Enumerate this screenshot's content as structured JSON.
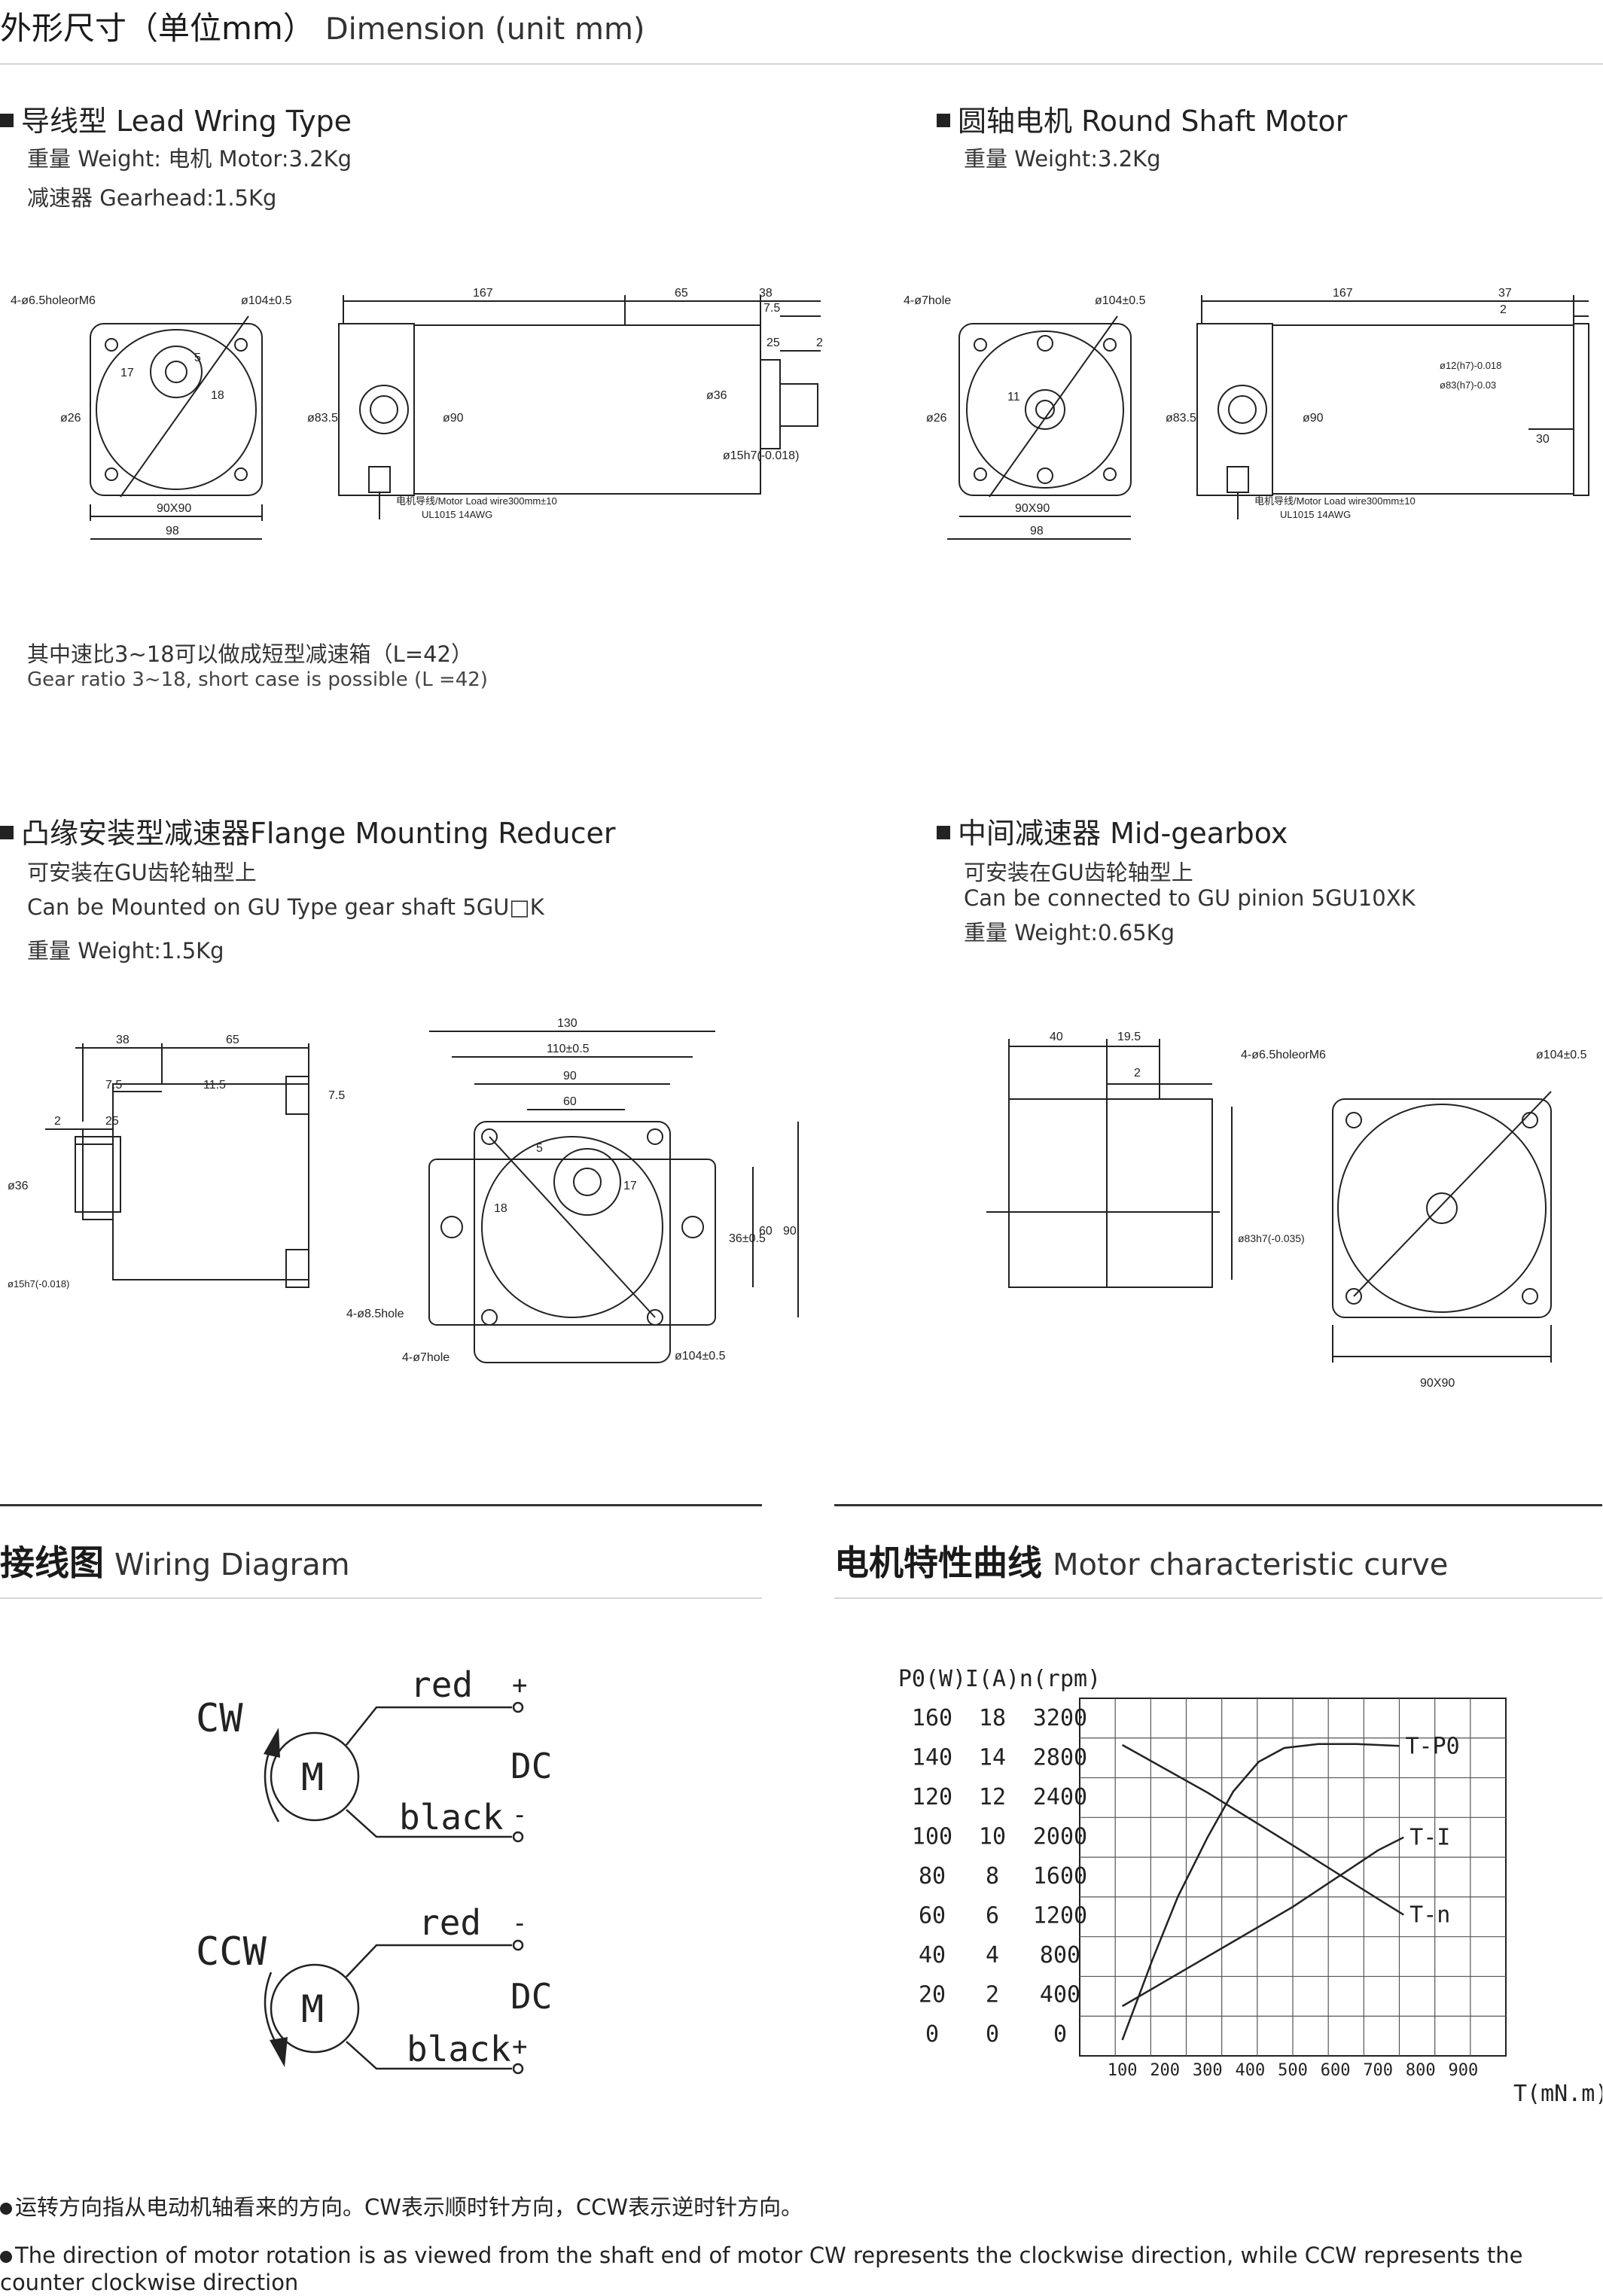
{
  "header": {
    "title_cn": "外形尺寸（单位mm）",
    "title_en": "Dimension (unit mm)"
  },
  "lead_wiring": {
    "title": "导线型 Lead Wring Type",
    "weight_motor": "重量 Weight:  电机 Motor:3.2Kg",
    "weight_gear": "减速器 Gearhead:1.5Kg",
    "note_cn": "其中速比3~18可以做成短型减速箱（L=42）",
    "note_en": "Gear ratio 3~18, short case is possible (L =42)",
    "dims": {
      "holes": "4-ø6.5holeorM6",
      "pcd": "ø104±0.5",
      "square": "90X90",
      "width": "98",
      "shaft_key": "5",
      "key17": "17",
      "key18": "18",
      "phi26": "ø26",
      "len167": "167",
      "len65": "65",
      "len38": "38",
      "len75": "7.5",
      "len25": "25",
      "len2": "2",
      "phi835": "ø83.5",
      "phi90": "ø90",
      "phi36": "ø36",
      "phi15": "ø15h7(-0.018)",
      "wire": "电机导线/Motor Load wire300mm±10",
      "awg": "UL1015 14AWG"
    }
  },
  "round_shaft": {
    "title": "圆轴电机 Round Shaft Motor",
    "weight": "重量 Weight:3.2Kg",
    "dims": {
      "holes": "4-ø7hole",
      "pcd": "ø104±0.5",
      "square": "90X90",
      "width": "98",
      "d11": "11",
      "phi26": "ø26",
      "len167": "167",
      "len37": "37",
      "len2": "2",
      "len30": "30",
      "phi835": "ø83.5",
      "phi90": "ø90",
      "phi12": "ø12(h7)-0.018",
      "phi83": "ø83(h7)-0.03",
      "wire": "电机导线/Motor Load wire300mm±10",
      "awg": "UL1015 14AWG"
    }
  },
  "flange": {
    "title": "凸缘安装型减速器Flange Mounting Reducer",
    "line1": "可安装在GU齿轮轴型上",
    "line2": "Can be Mounted on GU Type gear shaft 5GU□K",
    "weight": "重量 Weight:1.5Kg",
    "dims": {
      "len38": "38",
      "len65": "65",
      "len75a": "7.5",
      "len115": "11.5",
      "len75b": "7.5",
      "len2": "2",
      "len25": "25",
      "phi36": "ø36",
      "phi15": "ø15h7(-0.018)",
      "w130": "130",
      "w110": "110±0.5",
      "w90": "90",
      "w60": "60",
      "k5": "5",
      "k17": "17",
      "k18": "18",
      "h36": "36±0.5",
      "h60": "60",
      "h90": "90",
      "holes85": "4-ø8.5hole",
      "holes7": "4-ø7hole",
      "pcd": "ø104±0.5"
    }
  },
  "mid": {
    "title": "中间减速器 Mid-gearbox",
    "line1": "可安装在GU齿轮轴型上",
    "line2": "Can be connected to GU pinion 5GU10XK",
    "weight": "重量 Weight:0.65Kg",
    "dims": {
      "len40": "40",
      "len195": "19.5",
      "len2": "2",
      "phi83": "ø83h7(-0.035)",
      "holes": "4-ø6.5holeorM6",
      "pcd": "ø104±0.5",
      "square": "90X90"
    }
  },
  "wiring": {
    "title_cn": "接线图",
    "title_en": "Wiring Diagram",
    "cw": "CW",
    "ccw": "CCW",
    "motor": "M",
    "red": "red",
    "black": "black",
    "dc": "DC",
    "plus": "+",
    "minus": "-"
  },
  "curve": {
    "title_cn": "电机特性曲线",
    "title_en": "Motor characteristic curve"
  },
  "chart_data": {
    "type": "line",
    "title": "",
    "xlabel": "T(mN.m)",
    "x_ticks": [
      "100",
      "200",
      "300",
      "400",
      "500",
      "600",
      "700",
      "800",
      "900"
    ],
    "axes": [
      {
        "label": "P0(W)",
        "ticks": [
          "160",
          "140",
          "120",
          "100",
          "80",
          "60",
          "40",
          "20",
          "0"
        ]
      },
      {
        "label": "I(A)",
        "ticks": [
          "18",
          "14",
          "12",
          "10",
          "8",
          "6",
          "4",
          "2",
          "0"
        ]
      },
      {
        "label": "n(rpm)",
        "ticks": [
          "3200",
          "2800",
          "2400",
          "2000",
          "1600",
          "1200",
          "800",
          "400",
          "0"
        ]
      }
    ],
    "grid": true,
    "series": [
      {
        "name": "T-P0",
        "axis": "P0(W)",
        "x": [
          100,
          170,
          230,
          300,
          360,
          420,
          480,
          560,
          650,
          750
        ],
        "y": [
          8,
          48,
          80,
          110,
          133,
          148,
          155,
          157,
          157,
          156
        ]
      },
      {
        "name": "T-I",
        "axis": "n(rpm)",
        "x": [
          100,
          300,
          500,
          700,
          760
        ],
        "y": [
          500,
          1000,
          1500,
          2070,
          2200
        ]
      },
      {
        "name": "T-n",
        "axis": "n(rpm)",
        "x": [
          100,
          300,
          500,
          700,
          760
        ],
        "y": [
          3130,
          2650,
          2120,
          1580,
          1420
        ]
      }
    ]
  },
  "notes": {
    "cn": "运转方向指从电动机轴看来的方向。CW表示顺时针方向，CCW表示逆时针方向。",
    "en": "The direction of motor rotation is as viewed from the shaft end of motor CW represents the clockwise direction, while CCW represents the counter clockwise direction"
  },
  "colors": {
    "ink": "#222222",
    "rule": "#d5d5d5"
  }
}
